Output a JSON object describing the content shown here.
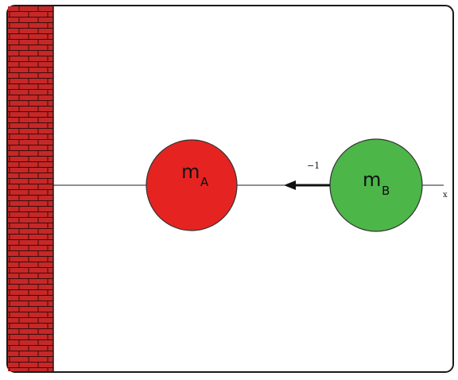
{
  "diagram": {
    "wall": {
      "color": "#c62828",
      "mortar": "#3a0b0b"
    },
    "ball_a": {
      "symbol": "m",
      "subscript": "A",
      "fill": "#e52421",
      "stroke": "#333333"
    },
    "ball_b": {
      "symbol": "m",
      "subscript": "B",
      "fill": "#4cb648",
      "stroke": "#333333"
    },
    "velocity_label": "−1",
    "axis_label": "x",
    "frame_color": "#1a1a1a"
  }
}
